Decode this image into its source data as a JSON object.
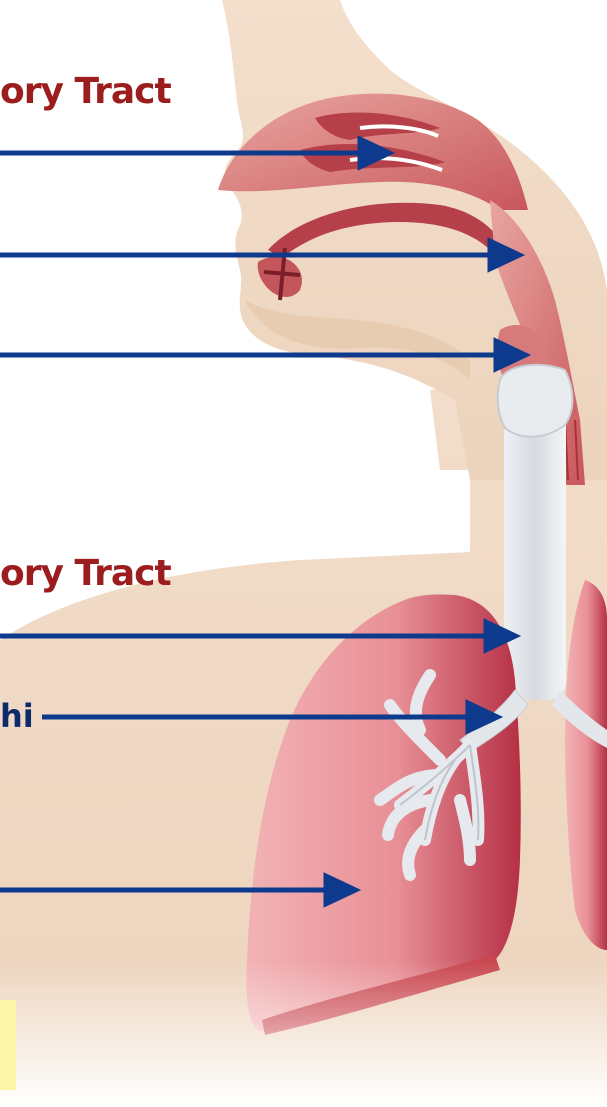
{
  "diagram": {
    "upper_heading": "ory Tract",
    "lower_heading": "ory Tract",
    "bronchi_label": "hi",
    "colors": {
      "heading": "#9b1d1d",
      "arrow": "#0d3a8c",
      "skin": "#efd8c2",
      "skin_shadow": "#e2c2a6",
      "airway": "#dd8a86",
      "airway_dark": "#a8323a",
      "lung": "#e88f96",
      "lung_dark": "#b52f45",
      "trachea": "#dfe3e8",
      "label_text": "#0d2a6b",
      "sticky_note": "#fbf6a8"
    },
    "arrows": [
      {
        "name": "arrow-nasal-cavity",
        "target": "nasal cavity"
      },
      {
        "name": "arrow-pharynx",
        "target": "pharynx"
      },
      {
        "name": "arrow-larynx",
        "target": "larynx"
      },
      {
        "name": "arrow-trachea",
        "target": "trachea"
      },
      {
        "name": "arrow-bronchi",
        "target": "bronchi"
      },
      {
        "name": "arrow-lungs",
        "target": "lungs"
      }
    ]
  }
}
